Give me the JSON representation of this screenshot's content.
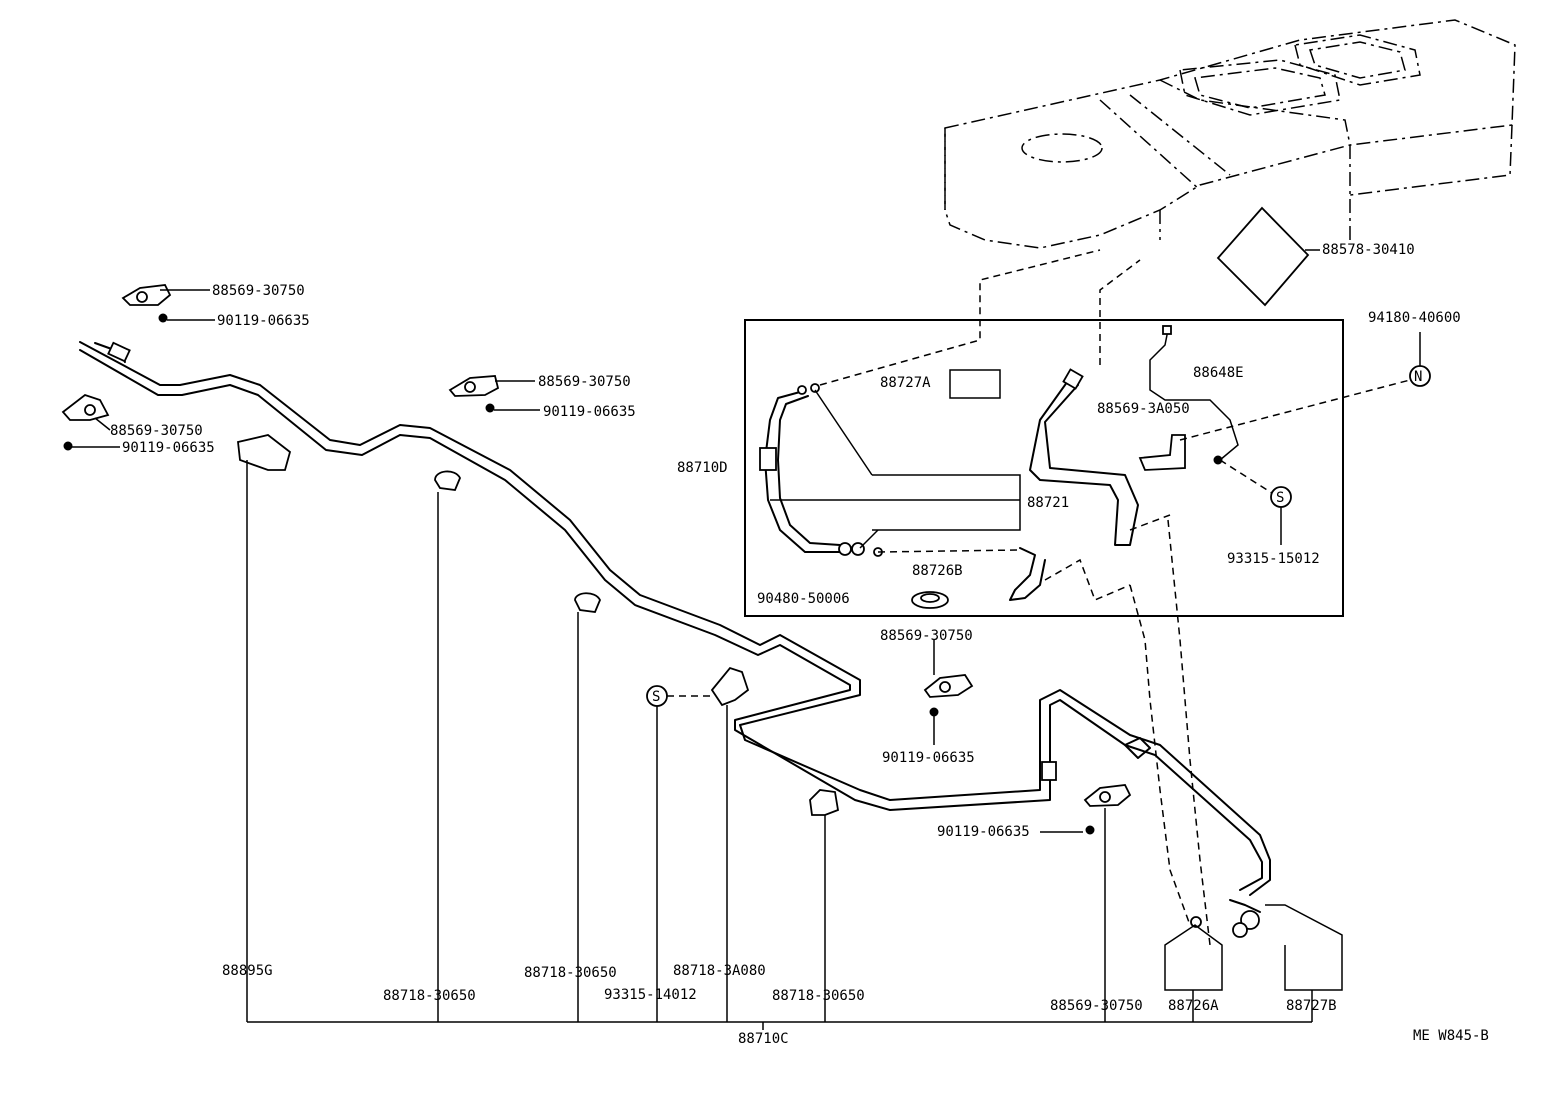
{
  "diagram": {
    "drawing_code": "ME  W845-B",
    "labels": {
      "l_88569_30750_a": "88569-30750",
      "l_90119_06635_a": "90119-06635",
      "l_88569_30750_b": "88569-30750",
      "l_90119_06635_b": "90119-06635",
      "l_88569_30750_c": "88569-30750",
      "l_90119_06635_c": "90119-06635",
      "l_88578_30410": "88578-30410",
      "l_94180_40600": "94180-40600",
      "l_88648E": "88648E",
      "l_88727A": "88727A",
      "l_88569_3A050": "88569-3A050",
      "l_88710D": "88710D",
      "l_88721": "88721",
      "l_88726B": "88726B",
      "l_90480_50006": "90480-50006",
      "l_93315_15012": "93315-15012",
      "l_88569_30750_d": "88569-30750",
      "l_90119_06635_d": "90119-06635",
      "l_90119_06635_e": "90119-06635",
      "l_88895G": "88895G",
      "l_88718_30650_a": "88718-30650",
      "l_88718_30650_b": "88718-30650",
      "l_88718_3A080": "88718-3A080",
      "l_93315_14012": "93315-14012",
      "l_88718_30650_c": "88718-30650",
      "l_88569_30750_e": "88569-30750",
      "l_88726A": "88726A",
      "l_88727B": "88727B",
      "l_88710C": "88710C"
    },
    "symbols": {
      "s_symbol_1": "S",
      "s_symbol_2": "S",
      "n_symbol": "N"
    }
  }
}
